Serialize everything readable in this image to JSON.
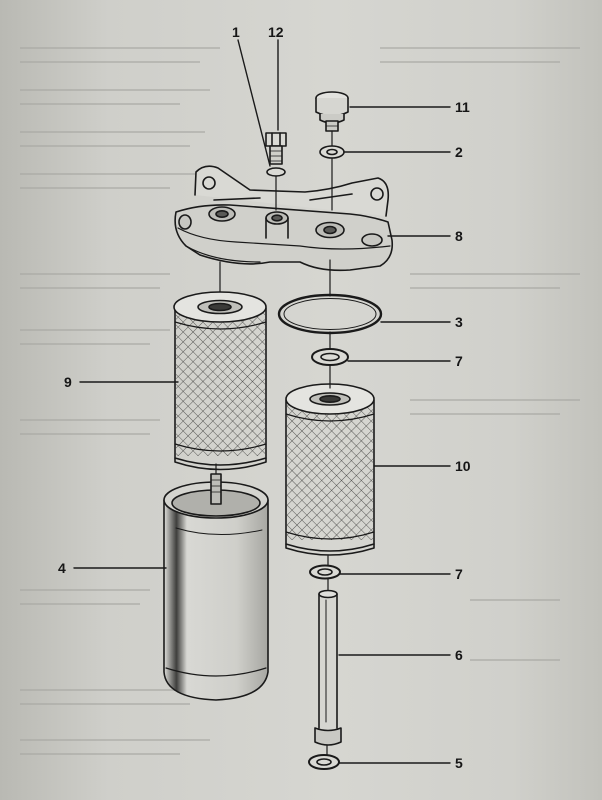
{
  "diagram": {
    "callouts": [
      {
        "id": "c1",
        "label": "1"
      },
      {
        "id": "c12",
        "label": "12"
      },
      {
        "id": "c11",
        "label": "11"
      },
      {
        "id": "c2",
        "label": "2"
      },
      {
        "id": "c8",
        "label": "8"
      },
      {
        "id": "c3",
        "label": "3"
      },
      {
        "id": "c9",
        "label": "9"
      },
      {
        "id": "c7a",
        "label": "7"
      },
      {
        "id": "c10",
        "label": "10"
      },
      {
        "id": "c4",
        "label": "4"
      },
      {
        "id": "c7b",
        "label": "7"
      },
      {
        "id": "c6",
        "label": "6"
      },
      {
        "id": "c5",
        "label": "5"
      }
    ]
  },
  "colors": {
    "ink": "#1a1a1a",
    "paper": "#d3d3ce",
    "shade": "#8a8a85"
  }
}
